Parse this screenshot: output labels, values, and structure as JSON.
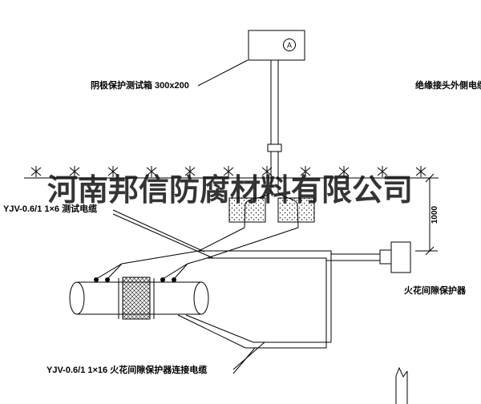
{
  "watermark": {
    "text": "河南邦信防腐材料有限公司"
  },
  "labels": {
    "test_box": "阴极保护测试箱 300x200",
    "right_top": "绝缘接头外侧电缆",
    "test_cable": "YJV-0.6/1 1×6  测试电缆",
    "spark_gap_protector": "火花间隙保护器",
    "bottom_cable": "YJV-0.6/1 1×16  火花间隙保护器连接电缆",
    "dimension": "1000",
    "meter_letter": "A"
  },
  "colors": {
    "line": "#000000",
    "background": "#ffffff",
    "watermark": "#111111"
  }
}
